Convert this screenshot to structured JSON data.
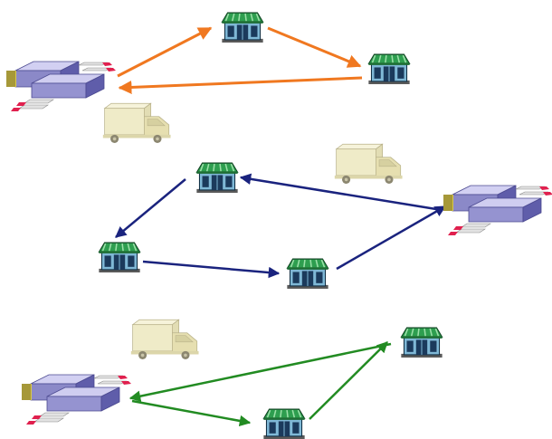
{
  "colors": {
    "route_orange": "#F07820",
    "route_navy": "#1A237E",
    "route_green": "#228B22",
    "store_roof": "#2E9E4F",
    "store_roof_dark": "#1F6E35",
    "store_wall": "#7FB8D6",
    "store_door": "#1B3A5C",
    "truck_body": "#EFEBC8",
    "truck_cab": "#E6DFB0",
    "truck_outline": "#B9B28A",
    "depot_top": "#B9B7E6",
    "depot_side": "#6E6CB8",
    "depot_stripes": "#D8C84A",
    "depot_pins": "#D9D9D9",
    "depot_tips": "#E0204E"
  },
  "icons": {
    "store": "store-icon",
    "depot": "warehouse-icon",
    "truck": "delivery-truck-icon"
  },
  "routes": [
    {
      "name": "orange-route",
      "color_key": "route_orange",
      "legs": 3
    },
    {
      "name": "navy-route",
      "color_key": "route_navy",
      "legs": 4
    },
    {
      "name": "green-route",
      "color_key": "route_green",
      "legs": 3
    }
  ]
}
